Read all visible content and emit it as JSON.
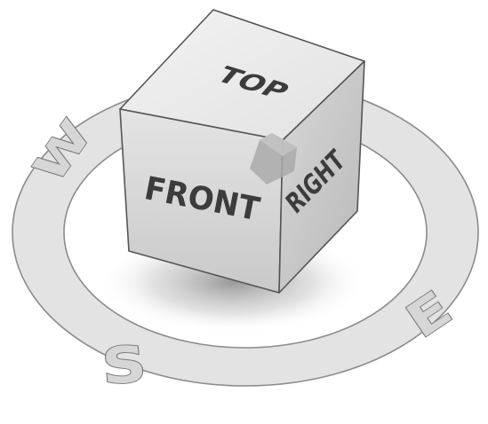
{
  "viewcube": {
    "faces": {
      "top": "TOP",
      "front": "FRONT",
      "right": "RIGHT"
    },
    "compass": {
      "west": "W",
      "south": "S",
      "east": "E"
    }
  }
}
